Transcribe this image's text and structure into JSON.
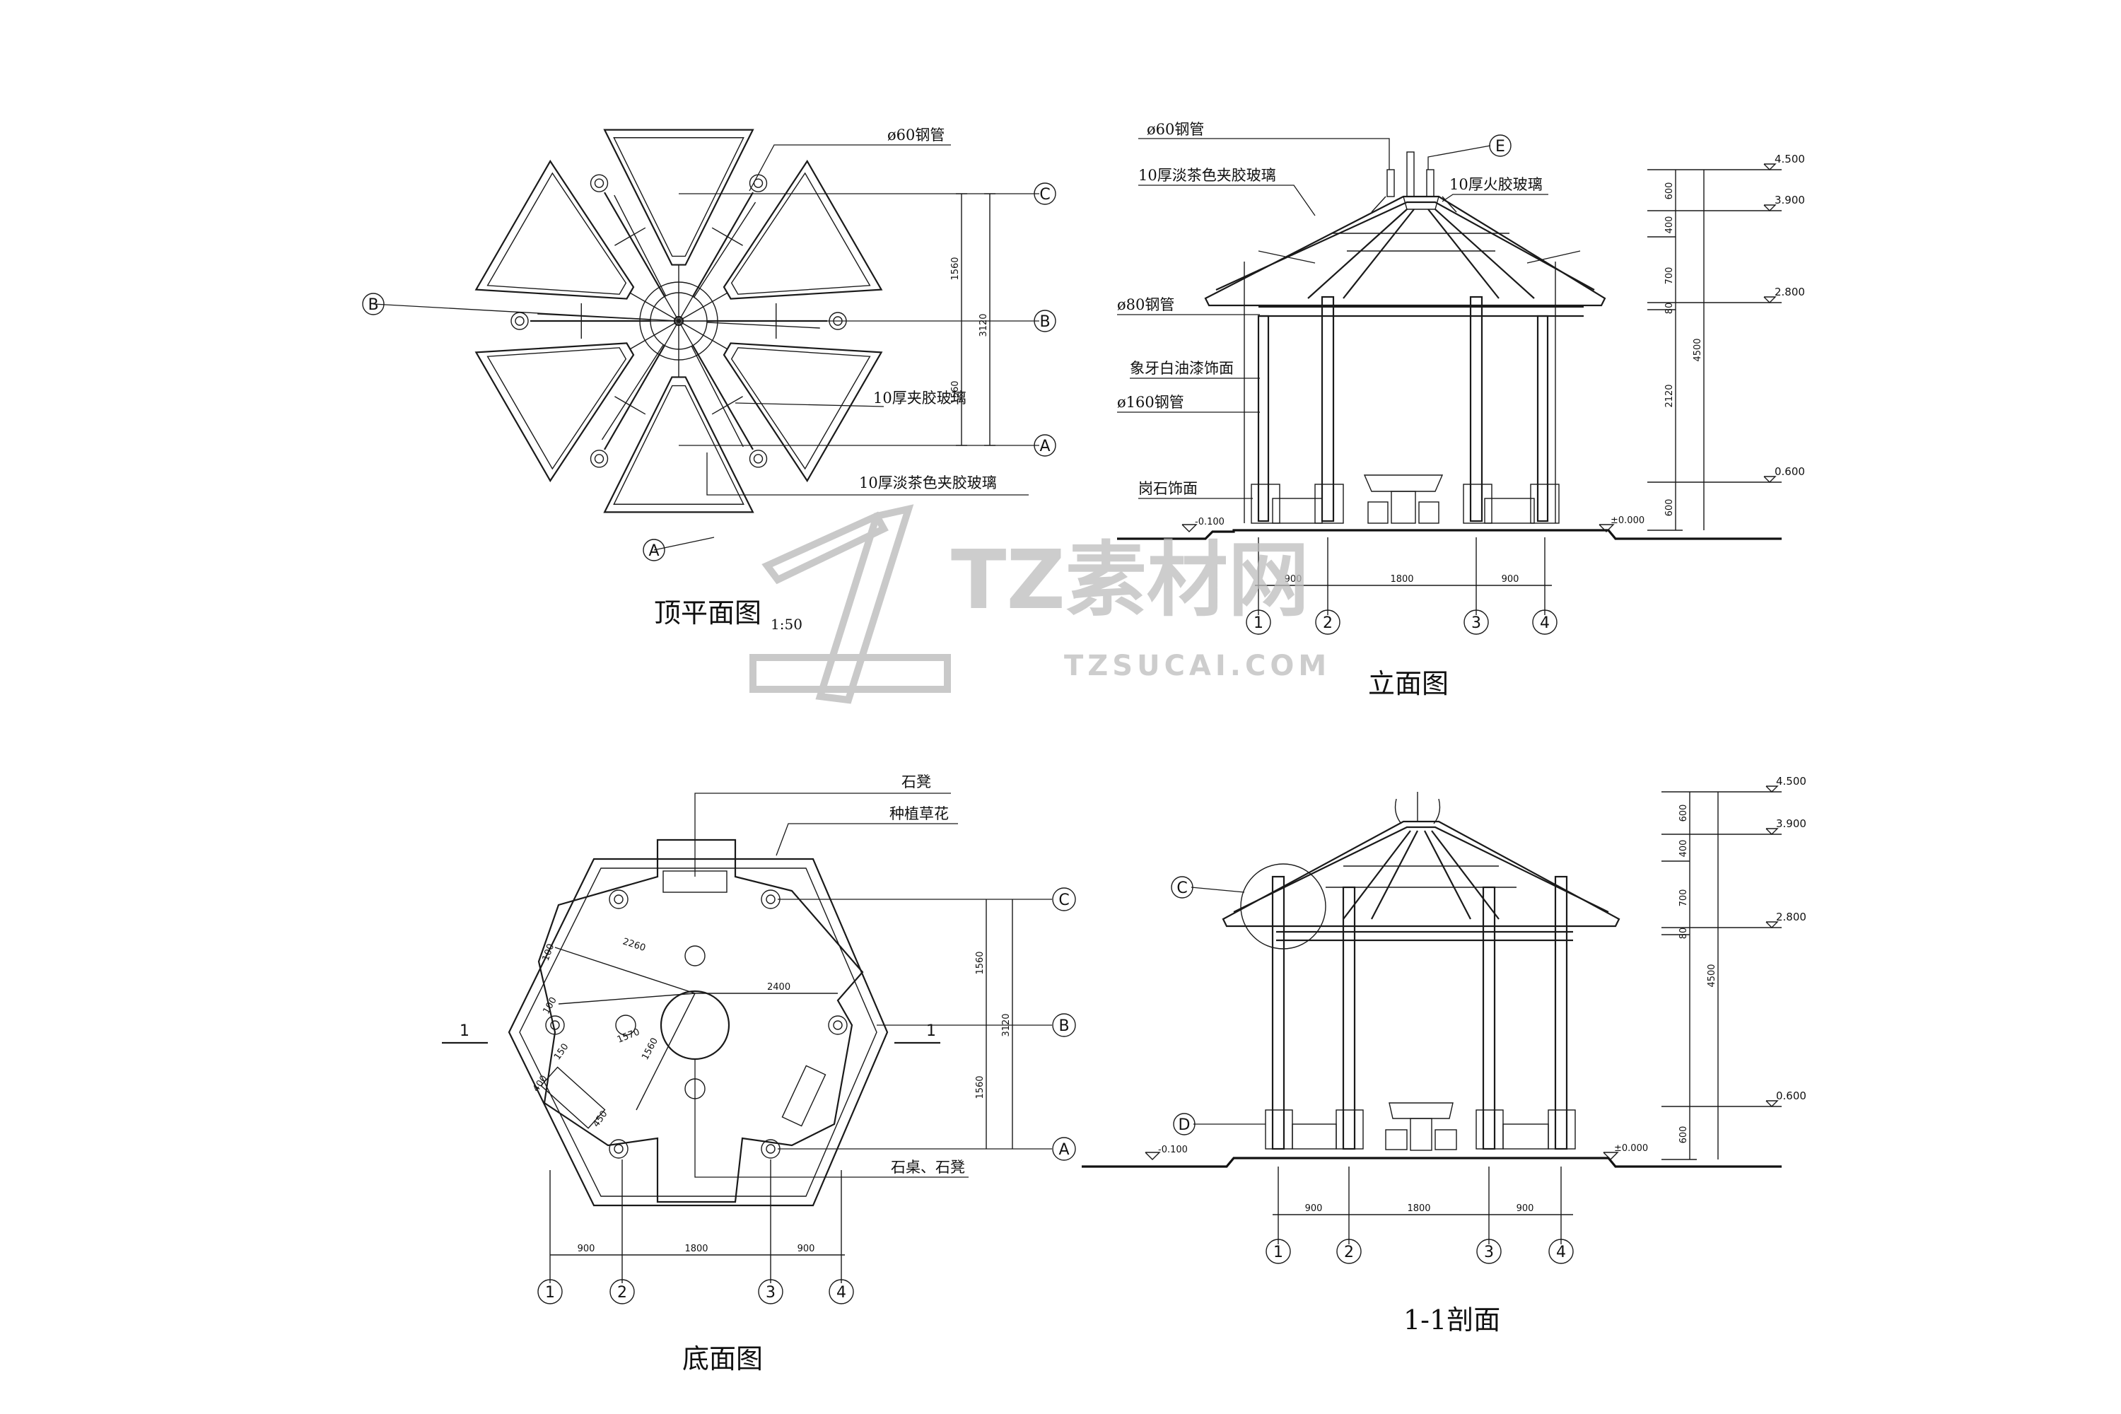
{
  "titles": {
    "roof_plan": "顶平面图",
    "roof_plan_scale": "1:50",
    "elevation": "立面图",
    "bottom_plan": "底面图",
    "section": "1-1剖面"
  },
  "roof_plan_labels": {
    "pipe60": "ø60钢管",
    "glass10": "10厚夹胶玻璃",
    "tea_glass": "10厚淡茶色夹胶玻璃",
    "dim1": "1560",
    "dim2": "3120",
    "dim3": "1560",
    "axis_c": "C",
    "axis_b": "B",
    "axis_a": "A",
    "axis_b_left": "B",
    "axis_a_bottom": "A"
  },
  "elevation_labels": {
    "pipe60": "ø60钢管",
    "tea_glass": "10厚淡茶色夹胶玻璃",
    "fire_glass": "10厚火胶玻璃",
    "pipe80": "ø80钢管",
    "ivory": "象牙白油漆饰面",
    "pipe160": "ø160钢管",
    "granite": "岗石饰面",
    "axis_e": "E",
    "lvl_m": "-0.100",
    "lvl_0": "±0.000",
    "w1": "900",
    "w2": "1800",
    "w3": "900",
    "ax1": "1",
    "ax2": "2",
    "ax3": "3",
    "ax4": "4"
  },
  "elevation_levels": {
    "l1": "4.500",
    "l2": "3.900",
    "l3": "2.800",
    "l4": "0.600",
    "h1": "600",
    "h2": "400",
    "h3": "700",
    "h4": "80",
    "h5": "4500",
    "h6": "2120",
    "h7": "600"
  },
  "bottom_labels": {
    "stool": "石凳",
    "planting": "种植草花",
    "table": "石桌、石凳",
    "d2260": "2260",
    "d2400": "2400",
    "d100": "100",
    "d1570": "1570",
    "d1560": "1560",
    "d400": "400",
    "d100b": "100",
    "d150": "150",
    "d450": "450",
    "dim1": "1560",
    "dim2": "3120",
    "dim3": "1560",
    "axis_c": "C",
    "axis_b": "B",
    "axis_a": "A",
    "cut_left": "1",
    "cut_right": "1",
    "w1": "900",
    "w2": "1800",
    "w3": "900",
    "ax1": "1",
    "ax2": "2",
    "ax3": "3",
    "ax4": "4"
  },
  "section_labels": {
    "axis_c": "C",
    "axis_d": "D",
    "lvl_m": "-0.100",
    "lvl_0": "±0.000",
    "w1": "900",
    "w2": "1800",
    "w3": "900",
    "ax1": "1",
    "ax2": "2",
    "ax3": "3",
    "ax4": "4",
    "l1": "4.500",
    "l2": "3.900",
    "l3": "2.800",
    "l4": "0.600",
    "h1": "600",
    "h2": "400",
    "h3": "700",
    "h4": "80",
    "h5": "4500",
    "h7": "600"
  },
  "watermark": {
    "brand": "TZ素材网",
    "url": "TZSUCAI.COM"
  }
}
